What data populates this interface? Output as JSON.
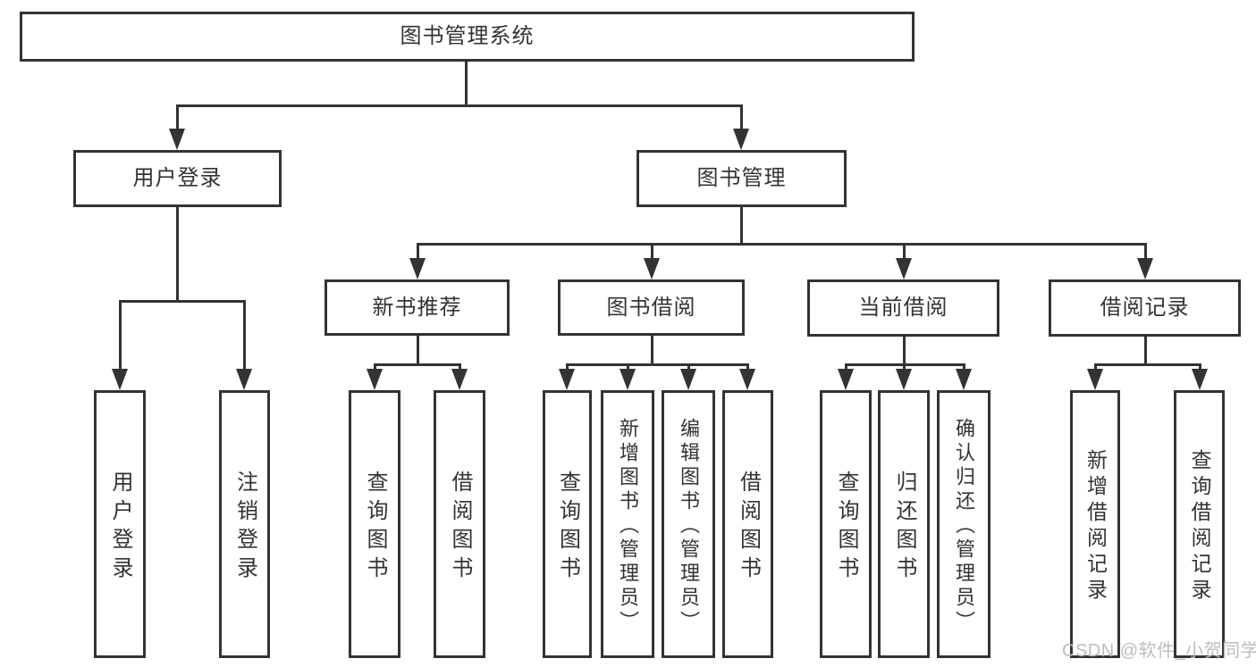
{
  "nodes": {
    "root": {
      "label": "图书管理系统"
    },
    "level2": [
      {
        "id": "user-login",
        "label": "用户登录"
      },
      {
        "id": "book-management",
        "label": "图书管理"
      }
    ],
    "level3": [
      {
        "id": "new-book-recommend",
        "label": "新书推荐",
        "parent": "book-management"
      },
      {
        "id": "book-borrow",
        "label": "图书借阅",
        "parent": "book-management"
      },
      {
        "id": "current-borrow",
        "label": "当前借阅",
        "parent": "book-management"
      },
      {
        "id": "borrow-records",
        "label": "借阅记录",
        "parent": "book-management"
      }
    ],
    "leaves": [
      {
        "group": "user-login",
        "label": "用户登录"
      },
      {
        "group": "user-login",
        "label": "注销登录"
      },
      {
        "group": "new-book-recommend",
        "label": "查询图书"
      },
      {
        "group": "new-book-recommend",
        "label": "借阅图书"
      },
      {
        "group": "book-borrow",
        "label": "查询图书"
      },
      {
        "group": "book-borrow",
        "label": "新增图书（管理员）"
      },
      {
        "group": "book-borrow",
        "label": "编辑图书（管理员）"
      },
      {
        "group": "book-borrow",
        "label": "借阅图书"
      },
      {
        "group": "current-borrow",
        "label": "查询图书"
      },
      {
        "group": "current-borrow",
        "label": "归还图书"
      },
      {
        "group": "current-borrow",
        "label": "确认归还（管理员）"
      },
      {
        "group": "borrow-records",
        "label": "新增借阅记录"
      },
      {
        "group": "borrow-records",
        "label": "查询借阅记录"
      }
    ]
  },
  "watermark": {
    "text": "CSDN @软件_小贺同学"
  },
  "colors": {
    "line": "#333333",
    "text": "#333333",
    "watermark": "#bdbdbd",
    "background": "#ffffff"
  }
}
